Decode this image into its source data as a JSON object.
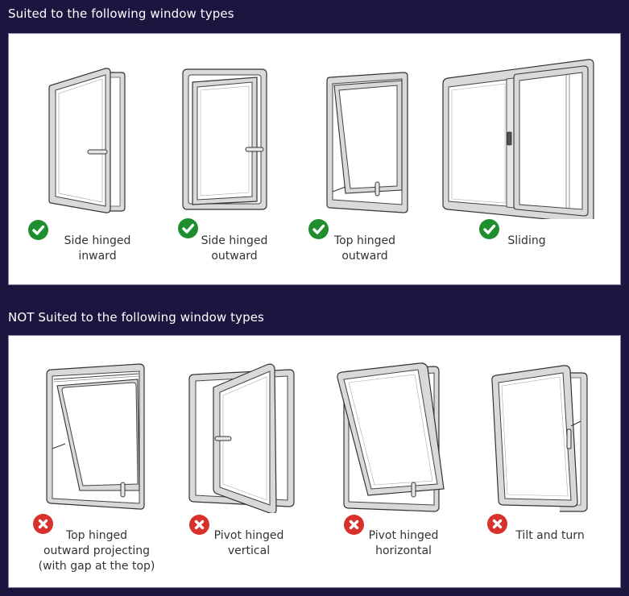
{
  "colors": {
    "background": "#1a1640",
    "panel": "#ffffff",
    "header_text": "#ffffff",
    "label_text": "#333333",
    "suited_icon": "#1e8e2e",
    "not_suited_icon": "#d8302a",
    "frame_fill": "#d9d9d9",
    "frame_stroke": "#333333"
  },
  "suited": {
    "title": "Suited to the following window types",
    "items": [
      {
        "line1": "Side hinged",
        "line2": "inward",
        "line3": "",
        "icon": "check-circle-icon",
        "illustration": "side-hinged-inward-window-icon"
      },
      {
        "line1": "Side hinged",
        "line2": "outward",
        "line3": "",
        "icon": "check-circle-icon",
        "illustration": "side-hinged-outward-window-icon"
      },
      {
        "line1": "Top hinged",
        "line2": "outward",
        "line3": "",
        "icon": "check-circle-icon",
        "illustration": "top-hinged-outward-window-icon"
      },
      {
        "line1": "Sliding",
        "line2": "",
        "line3": "",
        "icon": "check-circle-icon",
        "illustration": "sliding-window-icon"
      }
    ]
  },
  "not_suited": {
    "title": "NOT Suited to the following window types",
    "items": [
      {
        "line1": "Top hinged",
        "line2": "outward projecting",
        "line3": "(with gap at the top)",
        "icon": "x-circle-icon",
        "illustration": "top-hinged-projecting-window-icon"
      },
      {
        "line1": "Pivot hinged",
        "line2": "vertical",
        "line3": "",
        "icon": "x-circle-icon",
        "illustration": "pivot-hinged-vertical-window-icon"
      },
      {
        "line1": "Pivot hinged",
        "line2": "horizontal",
        "line3": "",
        "icon": "x-circle-icon",
        "illustration": "pivot-hinged-horizontal-window-icon"
      },
      {
        "line1": "Tilt and turn",
        "line2": "",
        "line3": "",
        "icon": "x-circle-icon",
        "illustration": "tilt-and-turn-window-icon"
      }
    ]
  }
}
